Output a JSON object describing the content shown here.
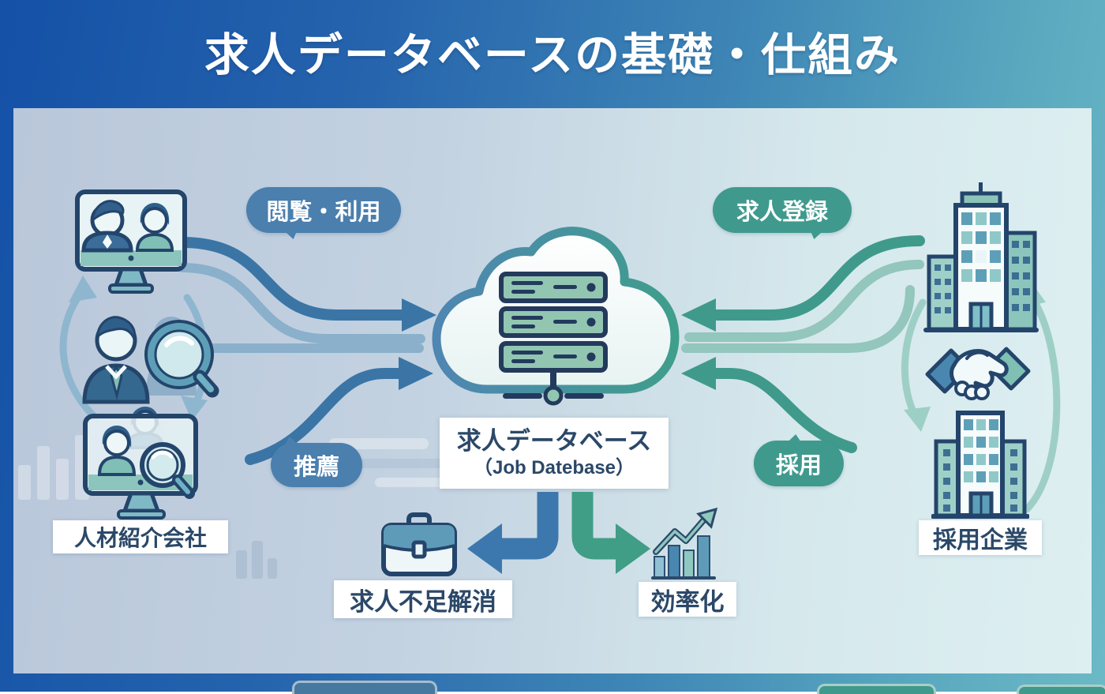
{
  "title": "求人データベースの基礎・仕組み",
  "panel": {
    "agency": {
      "label": "人材紹介会社"
    },
    "company": {
      "label": "採用企業"
    },
    "database": {
      "name": "求人データベース",
      "name_en": "（Job Datebase）"
    },
    "bubbles": {
      "browse": "閲覧・利用",
      "recommend": "推薦",
      "register": "求人登録",
      "hire": "採用"
    },
    "outcomes": {
      "left": "求人不足解消",
      "right": "効率化"
    }
  },
  "icons": {
    "video-meeting-monitor-icon": "monitor with recruiter and candidate",
    "candidate-search-icon": "businessman with magnifying glass",
    "screening-monitor-icon": "monitor with candidates and magnifying glass",
    "cloud-database-icon": "cloud with server stack",
    "briefcase-icon": "briefcase",
    "growth-chart-icon": "bar chart with rising arrow",
    "office-building-icon": "office buildings",
    "handshake-icon": "handshake",
    "cycle-arrows-icon": "circular cycle arrows"
  },
  "colors": {
    "outer_left": "#1451a7",
    "outer_right": "#6cb9c6",
    "panel_left": "#b9c7da",
    "panel_right": "#ddeff1",
    "bubble_blue": "#4a7fae",
    "bubble_teal": "#3f9a8d",
    "text_navy": "#2b4868",
    "arrow_blue": "#3a75a6",
    "arrow_blue_light": "#8ab0cb",
    "arrow_teal": "#3f9a8c",
    "arrow_teal_light": "#93c6bc",
    "outcome_arrow_blue": "#3c78ad",
    "outcome_arrow_green": "#3f9e85",
    "icon_outline_navy": "#24456b",
    "server_fill": "#92c6b1"
  }
}
